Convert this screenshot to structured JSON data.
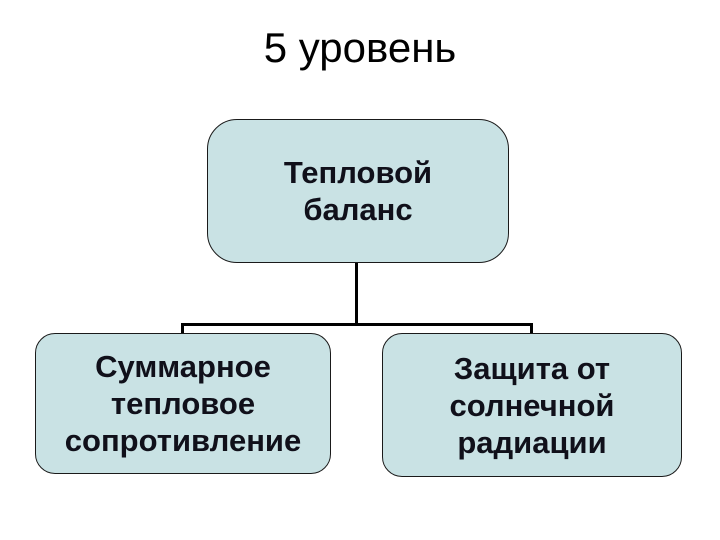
{
  "slide": {
    "title": "5 уровень"
  },
  "diagram": {
    "root": {
      "label": "Тепловой баланс"
    },
    "children": [
      {
        "label": "Суммарное тепловое сопротивление"
      },
      {
        "label": "Защита от солнечной радиации"
      }
    ]
  },
  "colors": {
    "background": "#ffffff",
    "node_fill": "#c9e2e4",
    "node_border": "#1a1a1a",
    "connector": "#000000",
    "title_text": "#000000",
    "node_text": "#10101a"
  }
}
